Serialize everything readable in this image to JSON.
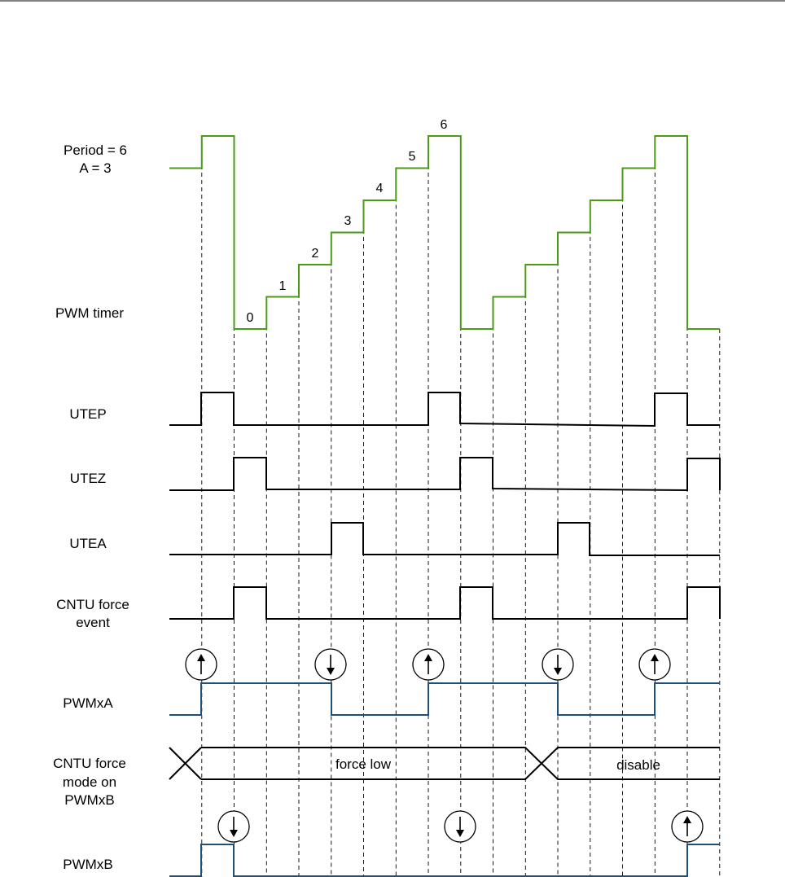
{
  "colors": {
    "timer": "#4c9a1a",
    "pwm": "#1f4e79",
    "signal": "#000000",
    "guide": "#000000"
  },
  "labels": {
    "period_line1": "Period = 6",
    "period_line2": "A = 3",
    "pwm_timer": "PWM timer",
    "utep": "UTEP",
    "utez": "UTEZ",
    "utea": "UTEA",
    "cntu_event_line1": "CNTU force",
    "cntu_event_line2": "event",
    "pwmxa": "PWMxA",
    "mode_line1": "CNTU force",
    "mode_line2": "mode on",
    "mode_line3": "PWMxB",
    "pwmxb": "PWMxB"
  },
  "timer_step_labels": [
    "0",
    "1",
    "2",
    "3",
    "4",
    "5",
    "6"
  ],
  "mode_states": [
    "force low",
    "disable"
  ],
  "action_icons": {
    "pwmxa": [
      "arrow-up",
      "arrow-down",
      "arrow-up",
      "arrow-down",
      "arrow-up"
    ],
    "pwmxb": [
      "arrow-down",
      "arrow-down",
      "arrow-up"
    ]
  },
  "timer_sequence": [
    5,
    6,
    0,
    1,
    2,
    3,
    4,
    5,
    6,
    0,
    1,
    2,
    3,
    4,
    5,
    6,
    0
  ]
}
